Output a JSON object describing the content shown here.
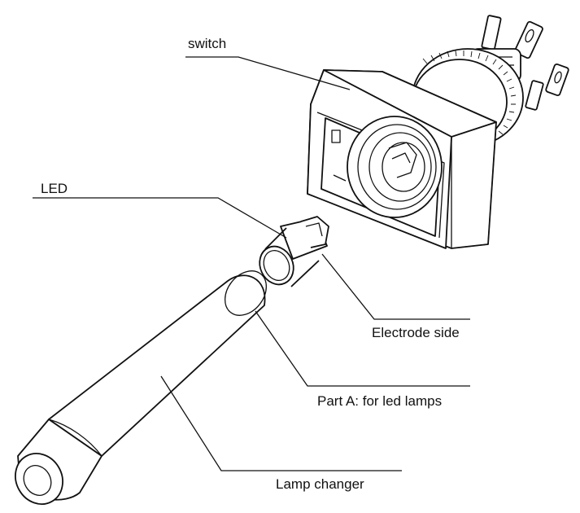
{
  "labels": {
    "switch": "switch",
    "led": "LED",
    "electrode_side": "Electrode side",
    "part_a": "Part A: for led lamps",
    "lamp_changer": "Lamp changer"
  }
}
